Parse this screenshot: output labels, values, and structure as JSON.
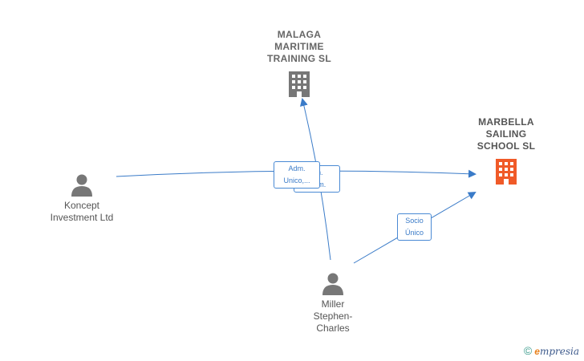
{
  "colors": {
    "edge": "#3a7bc8",
    "person_icon": "#777777",
    "building_gray": "#777777",
    "building_highlight": "#f05a28",
    "label_text": "#555555"
  },
  "nodes": {
    "malaga": {
      "label": "MALAGA\nMARITIME\nTRAINING  SL",
      "icon": "building-icon"
    },
    "marbella": {
      "label": "MARBELLA\nSAILING\nSCHOOL  SL",
      "icon": "building-icon"
    },
    "koncept": {
      "label": "Koncept\nInvestment Ltd",
      "icon": "person-icon"
    },
    "miller": {
      "label": "Miller\nStephen-\nCharles",
      "icon": "person-icon"
    }
  },
  "edge_labels": {
    "adm_back": "...n.\n...om.",
    "adm_front": "Adm.\nUnico,...",
    "socio": "Socio\nÚnico"
  },
  "copyright": {
    "symbol": "©",
    "brand_first": "e",
    "brand_rest": "mpresia"
  }
}
